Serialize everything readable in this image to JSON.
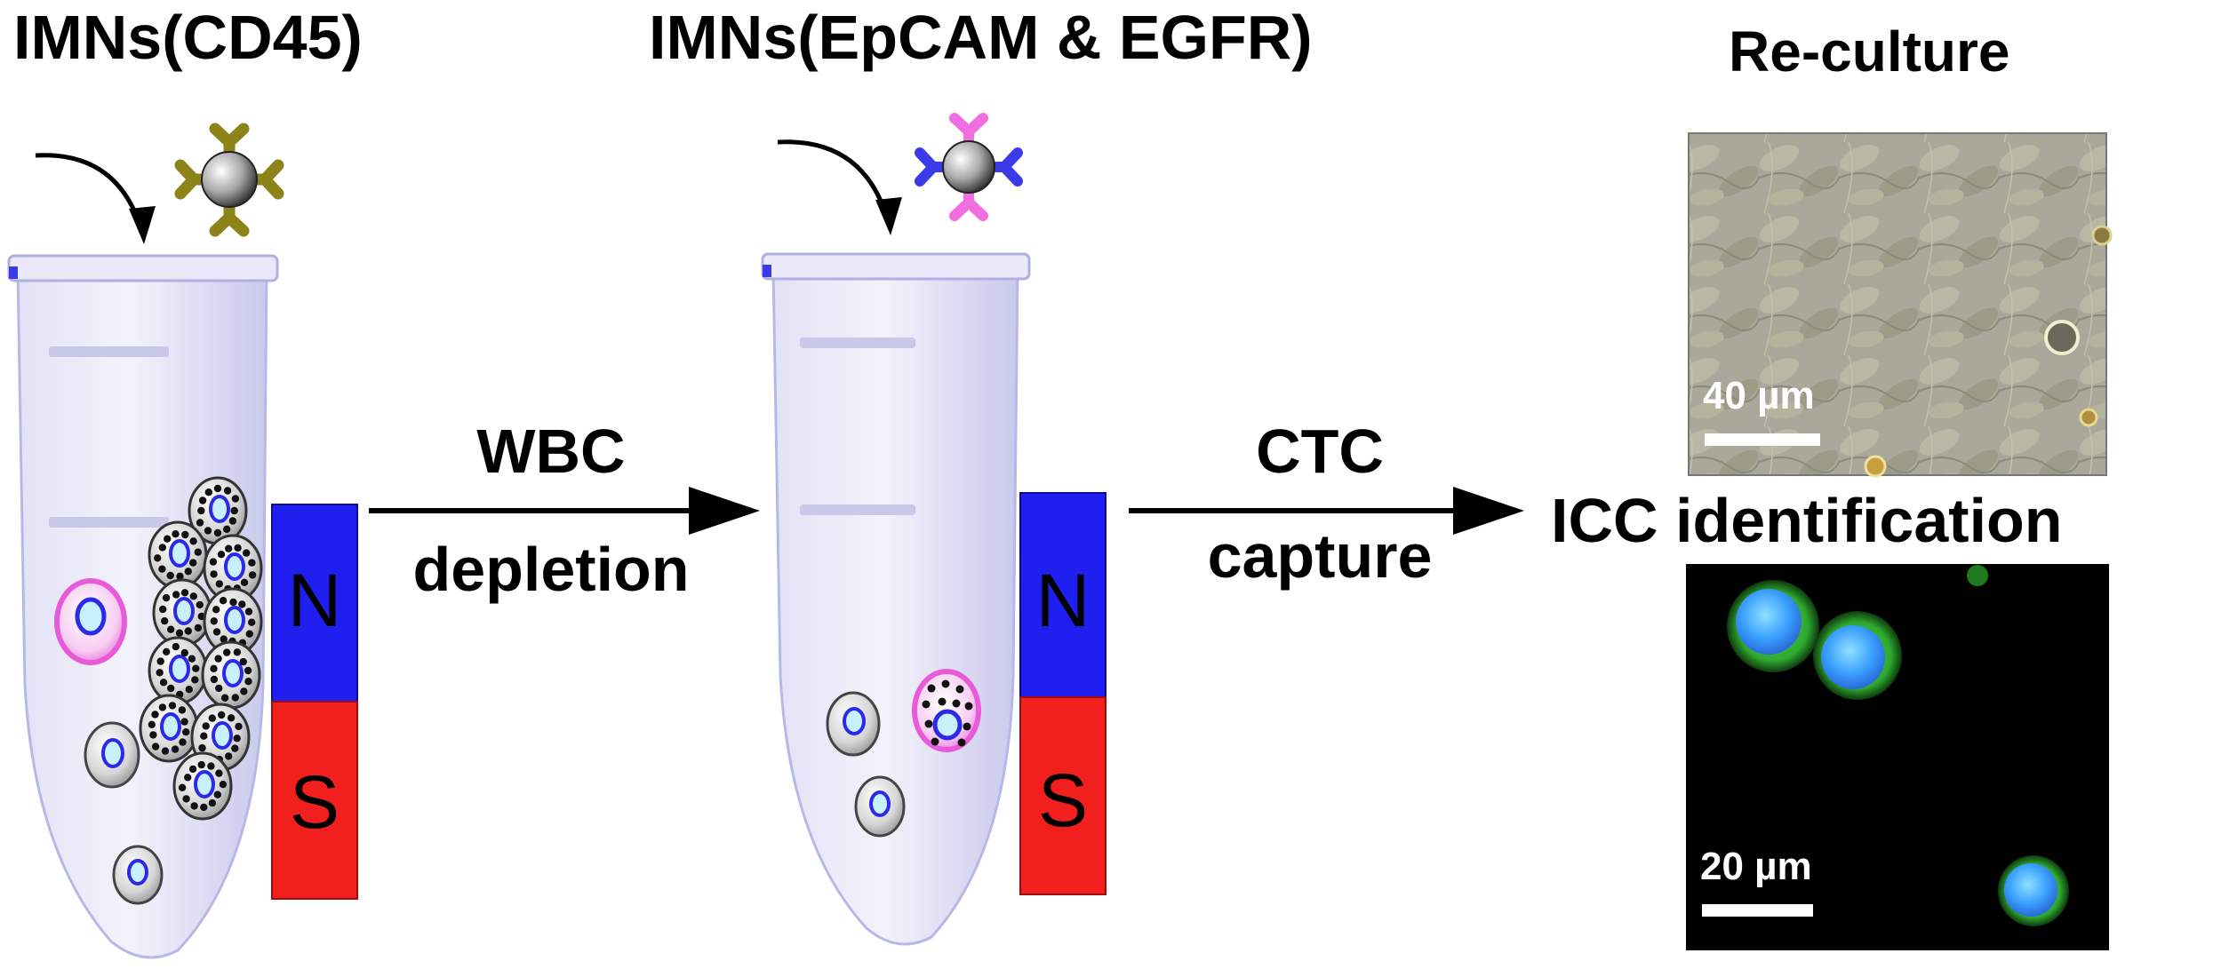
{
  "step1": {
    "title": "IMNs(CD45)"
  },
  "step2": {
    "title": "IMNs(EpCAM & EGFR)"
  },
  "arrow1": {
    "line1": "WBC",
    "line2": "depletion"
  },
  "arrow2": {
    "line1": "CTC",
    "line2": "capture"
  },
  "magnet1": {
    "north": "N",
    "south": "S"
  },
  "magnet2": {
    "north": "N",
    "south": "S"
  },
  "result": {
    "reculture_title": "Re-culture",
    "reculture_scale": "40 µm",
    "icc_title": "ICC identification",
    "icc_scale": "20 µm"
  },
  "colors": {
    "magnet_north": "#1f1ff0",
    "magnet_south": "#f21f1f",
    "tube": "#dcdcf4",
    "cd45_antibody": "#8c8419",
    "epcam_antibody": "#f06ee0",
    "egfr_antibody": "#3a3ae8",
    "nucleus": "#2a2ae8",
    "ctc_membrane": "#e85ad8",
    "fluor_green": "#3cb83c",
    "fluor_blue": "#3aa0ff"
  }
}
